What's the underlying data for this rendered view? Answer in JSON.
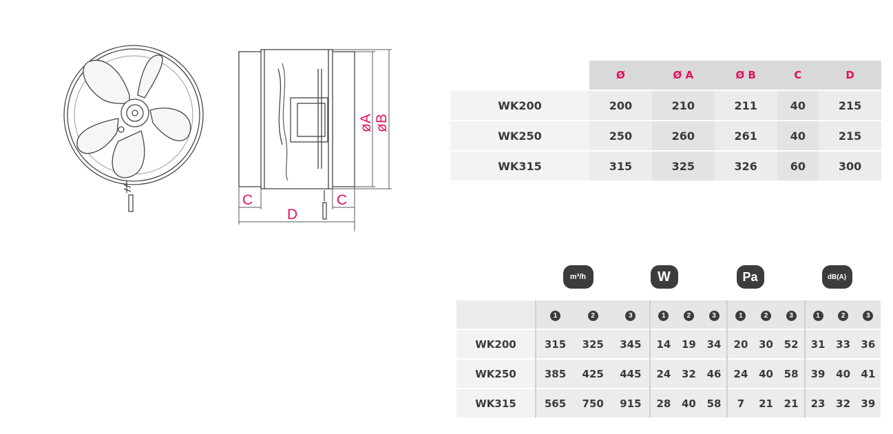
{
  "drawing": {
    "labels": {
      "a": "øA",
      "b": "øB",
      "c": "C",
      "d": "D"
    }
  },
  "dimensions": {
    "headers": [
      "Ø",
      "Ø A",
      "Ø B",
      "C",
      "D"
    ],
    "rows": [
      {
        "model": "WK200",
        "values": [
          "200",
          "210",
          "211",
          "40",
          "215"
        ]
      },
      {
        "model": "WK250",
        "values": [
          "250",
          "260",
          "261",
          "40",
          "215"
        ]
      },
      {
        "model": "WK315",
        "values": [
          "315",
          "325",
          "326",
          "60",
          "300"
        ]
      }
    ]
  },
  "performance": {
    "groups": [
      {
        "label": "m³/h"
      },
      {
        "label": "W"
      },
      {
        "label": "Pa"
      },
      {
        "label": "dB(A)"
      }
    ],
    "speed_labels": [
      "1",
      "2",
      "3"
    ],
    "rows": [
      {
        "model": "WK200",
        "values": [
          "315",
          "325",
          "345",
          "14",
          "19",
          "34",
          "20",
          "30",
          "52",
          "31",
          "33",
          "36"
        ]
      },
      {
        "model": "WK250",
        "values": [
          "385",
          "425",
          "445",
          "24",
          "32",
          "46",
          "24",
          "40",
          "58",
          "39",
          "40",
          "41"
        ]
      },
      {
        "model": "WK315",
        "values": [
          "565",
          "750",
          "915",
          "28",
          "40",
          "58",
          "7",
          "21",
          "21",
          "23",
          "32",
          "39"
        ]
      }
    ]
  }
}
